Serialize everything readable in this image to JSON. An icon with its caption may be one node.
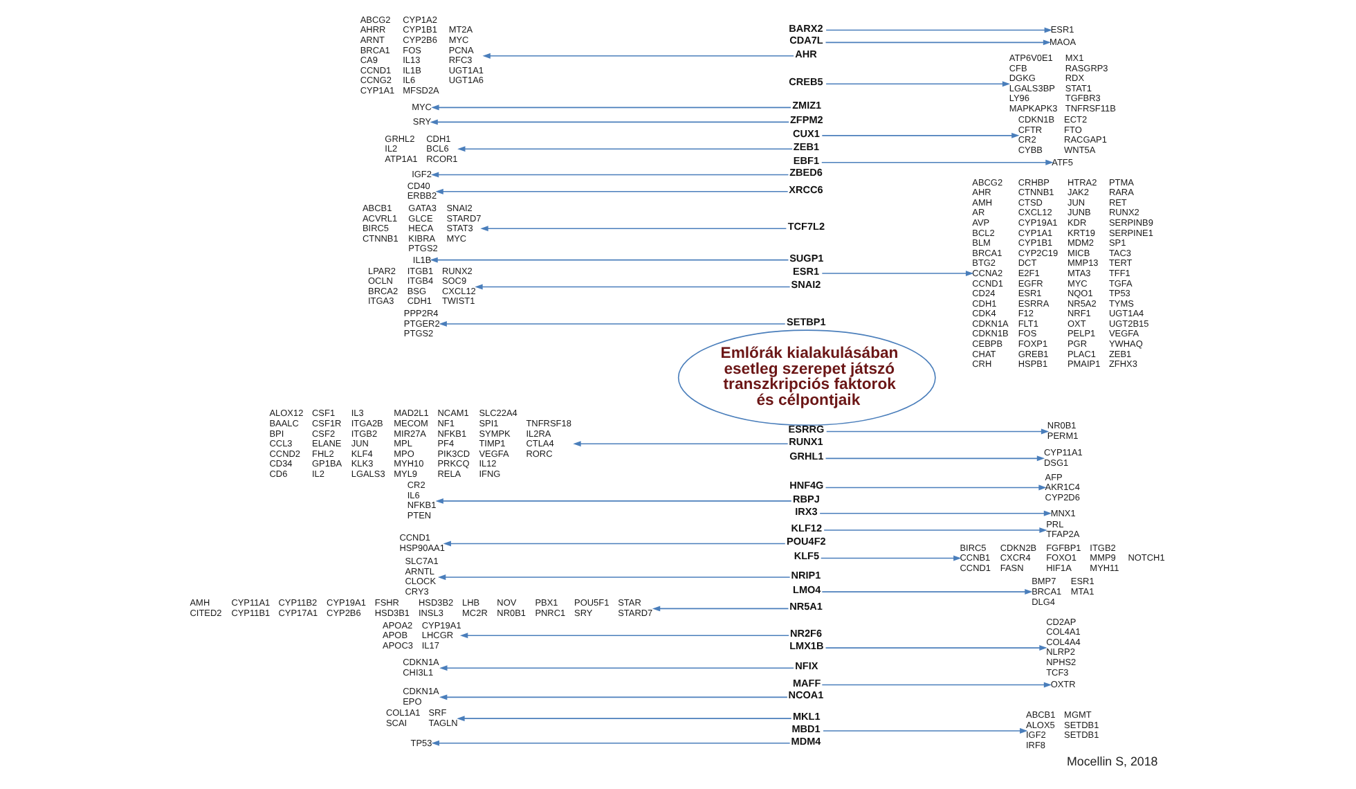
{
  "diagram": {
    "caption": "Mocellin S, 2018",
    "nodes": [
      {
        "text": [
          "Emlőrák kialakulásában esetleg szerepet játszó transzkripciós faktorok és célpontjaik"
        ]
      },
      {
        "text": [
          "ZEB1"
        ]
      },
      {
        "text": [
          "GRHL2",
          "IL2",
          "ATP1A1",
          "CDH1",
          "BCL6",
          "RCOR1"
        ]
      },
      {
        "text": [
          "ZFPM2"
        ]
      },
      {
        "text": [
          "SRY"
        ]
      },
      {
        "text": [
          "ZMIZ1"
        ]
      },
      {
        "text": [
          "MYC"
        ]
      },
      {
        "text": [
          "AHR"
        ]
      },
      {
        "text": [
          "ABCG2",
          "AHRR",
          "ARNT",
          "BRCA1",
          "CA9",
          "CCND1",
          "CCNG2",
          "CYP1A1",
          "CYP1A2",
          "CYP1B1",
          "CYP2B6",
          "FOS",
          "IL13",
          "IL1B",
          "IL6",
          "MFSD2A",
          "MT2A",
          "MYC",
          "PCNA",
          "RFC3",
          "UGT1A1",
          "UGT1A6"
        ]
      },
      {
        "text": [
          "BARX2"
        ]
      },
      {
        "text": [
          "ESR1"
        ]
      },
      {
        "text": [
          "CDA7L"
        ]
      },
      {
        "text": [
          "MAOA"
        ]
      },
      {
        "text": [
          "CREB5"
        ]
      },
      {
        "text": [
          "ATP6V0E1",
          "CFB",
          "DGKG",
          "LGALS3BP",
          "LY96",
          "MAPKAPK3",
          "MX1",
          "RASGRP3",
          "RDX",
          "STAT1",
          "TGFBR3",
          "TNFRSF11B"
        ]
      },
      {
        "text": [
          "CUX1"
        ]
      },
      {
        "text": [
          "CDKN1B",
          "CFTR",
          "CR2",
          "CYBB",
          "ECT2",
          "FTO",
          "RACGAP1",
          "WNT5A"
        ]
      },
      {
        "text": [
          "EBF1"
        ]
      },
      {
        "text": [
          "ATF5"
        ]
      },
      {
        "text": [
          "ESR1"
        ]
      },
      {
        "text": [
          "ABCG2",
          "AHR",
          "AMH",
          "AR",
          "AVP",
          "BCL2",
          "BLM",
          "BRCA1",
          "BTG2",
          "CCNA2",
          "CCND1",
          "CD24",
          "CDH1",
          "CDK4",
          "CDKN1A",
          "CDKN1B",
          "CEBPB",
          "CHAT",
          "CRH",
          "CRHBP",
          "CTNNB1",
          "CTSD",
          "CXCL12",
          "CYP19A1",
          "CYP1A1",
          "CYP1B1",
          "CYP2C19",
          "DCT",
          "E2F1",
          "EGFR",
          "ESR1",
          "ESRRA",
          "F12",
          "FLT1",
          "FOS",
          "FOXP1",
          "GREB1",
          "HSPB1",
          "HTRA2",
          "JAK2",
          "JUN",
          "JUNB",
          "KDR",
          "KRT19",
          "MDM2",
          "MICB",
          "MMP13",
          "MTA3",
          "MYC",
          "NQO1",
          "NR5A2",
          "NRF1",
          "OXT",
          "PELP1",
          "PGR",
          "PLAC1",
          "PMAIP1",
          "PTMA",
          "RARA",
          "RET",
          "RUNX2",
          "SERPINB9",
          "SERPINE1",
          "SP1",
          "TAC3",
          "TERT",
          "TFF1",
          "TGFA",
          "TP53",
          "TYMS",
          "UGT1A4",
          "UGT2B15",
          "VEGFA",
          "YWHAQ",
          "ZEB1",
          "ZFHX3"
        ]
      },
      {
        "text": [
          "ESRRG"
        ]
      },
      {
        "text": [
          "NR0B1",
          "PERM1"
        ]
      },
      {
        "text": [
          "GRHL1"
        ]
      },
      {
        "text": [
          "CYP11A1",
          "DSG1"
        ]
      },
      {
        "text": [
          "HNF4G"
        ]
      },
      {
        "text": [
          "AFP",
          "AKR1C4",
          "CYP2D6"
        ]
      },
      {
        "text": [
          "IRX3"
        ]
      },
      {
        "text": [
          "MNX1"
        ]
      },
      {
        "text": [
          "KLF12"
        ]
      },
      {
        "text": [
          "PRL",
          "TFAP2A"
        ]
      },
      {
        "text": [
          "KLF5"
        ]
      },
      {
        "text": [
          "BIRC5",
          "CCNB1",
          "CCND1",
          "CDKN2B",
          "CXCR4",
          "FASN",
          "FGFBP1",
          "FOXO1",
          "HIF1A",
          "ITGB2",
          "MMP9",
          "MYH11",
          "NOTCH1"
        ]
      },
      {
        "text": [
          "LMO4"
        ]
      },
      {
        "text": [
          "BMP7",
          "BRCA1",
          "DLG4",
          "ESR1",
          "MTA1"
        ]
      },
      {
        "text": [
          "LMX1B"
        ]
      },
      {
        "text": [
          "CD2AP",
          "COL4A1",
          "COL4A4",
          "NLRP2",
          "NPHS2",
          "TCF3"
        ]
      },
      {
        "text": [
          "MAFF"
        ]
      },
      {
        "text": [
          "OXTR"
        ]
      },
      {
        "text": [
          "MBD1"
        ]
      },
      {
        "text": [
          "ABCB1",
          "ALOX5",
          "IGF2",
          "IRF8",
          "MGMT",
          "SETDB1",
          "SETDB1"
        ]
      },
      {
        "text": [
          "MDM4"
        ]
      },
      {
        "text": [
          "TP53"
        ]
      },
      {
        "text": [
          "MKL1"
        ]
      },
      {
        "text": [
          "COL1A1",
          "SCAI",
          "SRF",
          "TAGLN"
        ]
      },
      {
        "text": [
          "NCOA1"
        ]
      },
      {
        "text": [
          "CDKN1A",
          "EPO"
        ]
      },
      {
        "text": [
          "NFIX"
        ]
      },
      {
        "text": [
          "CDKN1A",
          "CHI3L1"
        ]
      },
      {
        "text": [
          "NR2F6"
        ]
      },
      {
        "text": [
          "APOA2",
          "APOB",
          "APOC3",
          "CYP19A1",
          "LHCGR",
          "IL17"
        ]
      },
      {
        "text": [
          "NR5A1"
        ]
      },
      {
        "text": [
          "AMH",
          "CITED2",
          "CYP11A1",
          "CYP11B1",
          "CYP11B2",
          "CYP17A1",
          "CYP19A1",
          "CYP2B6",
          "FSHR",
          "HSD3B1",
          "HSD3B2",
          "INSL3",
          "LHB",
          "MC2R",
          "NOV",
          "NR0B1",
          "PBX1",
          "PNRC1",
          "POU5F1",
          "SRY",
          "STAR",
          "STARD7"
        ]
      },
      {
        "text": [
          "NRIP1"
        ]
      },
      {
        "text": [
          "SLC7A1",
          "ARNTL",
          "CLOCK",
          "CRY3"
        ]
      },
      {
        "text": [
          "POU4F2"
        ]
      },
      {
        "text": [
          "CCND1",
          "HSP90AA1"
        ]
      },
      {
        "text": [
          "RBPJ"
        ]
      },
      {
        "text": [
          "CR2",
          "IL6",
          "NFKB1",
          "PTEN"
        ]
      },
      {
        "text": [
          "RUNX1"
        ]
      },
      {
        "text": [
          "ALOX12",
          "BAALC",
          "BPI",
          "CCL3",
          "CCND2",
          "CD34",
          "CD6",
          "CSF1",
          "CSF1R",
          "CSF2",
          "ELANE",
          "FHL2",
          "GP1BA",
          "IL2",
          "IL3",
          "ITGA2B",
          "ITGB2",
          "JUN",
          "KLF4",
          "KLK3",
          "LGALS3",
          "MAD2L1",
          "MECOM",
          "MIR27A",
          "MPL",
          "MPO",
          "MYH10",
          "MYL9",
          "NCAM1",
          "NF1",
          "NFKB1",
          "PF4",
          "PIK3CD",
          "PRKCQ",
          "RELA",
          "SLC22A4",
          "SPI1",
          "SYMPK",
          "TIMP1",
          "VEGFA",
          "IL12",
          "IFNG",
          "TNFRSF18",
          "IL2RA",
          "CTLA4",
          "RORC"
        ]
      },
      {
        "text": [
          "SETBP1"
        ]
      },
      {
        "text": [
          "PPP2R4",
          "PTGER2",
          "PTGS2"
        ]
      },
      {
        "text": [
          "SNAI2"
        ]
      },
      {
        "text": [
          "LPAR2",
          "OCLN",
          "BRCA2",
          "ITGA3",
          "ITGB1",
          "ITGB4",
          "BSG",
          "CDH1",
          "RUNX2",
          "SOC9",
          "CXCL12",
          "TWIST1"
        ]
      },
      {
        "text": [
          "SUGP1"
        ]
      },
      {
        "text": [
          "IL1B"
        ]
      },
      {
        "text": [
          "TCF7L2"
        ]
      },
      {
        "text": [
          "ABCB1",
          "ACVRL1",
          "BIRC5",
          "CTNNB1",
          "GATA3",
          "GLCE",
          "HECA",
          "KIBRA",
          "PTGS2",
          "SNAI2",
          "STARD7",
          "STAT3",
          "MYC"
        ]
      },
      {
        "text": [
          "XRCC6"
        ]
      },
      {
        "text": [
          "CD40",
          "ERBB2"
        ]
      },
      {
        "text": [
          "ZBED6"
        ]
      },
      {
        "text": [
          "IGF2"
        ]
      }
    ],
    "edges": [
      {
        "from": 1,
        "to": 2,
        "arrow": "to"
      },
      {
        "from": 3,
        "to": 4,
        "arrow": "to"
      },
      {
        "from": 5,
        "to": 6,
        "arrow": "to"
      },
      {
        "from": 7,
        "to": 8,
        "arrow": "to"
      },
      {
        "from": 9,
        "to": 10,
        "arrow": "to"
      },
      {
        "from": 11,
        "to": 12,
        "arrow": "to"
      },
      {
        "from": 13,
        "to": 14,
        "arrow": "to"
      },
      {
        "from": 15,
        "to": 16,
        "arrow": "to"
      },
      {
        "from": 17,
        "to": 18,
        "arrow": "to"
      },
      {
        "from": 19,
        "to": 20,
        "arrow": "to"
      },
      {
        "from": 21,
        "to": 22,
        "arrow": "to"
      },
      {
        "from": 23,
        "to": 24,
        "arrow": "to"
      },
      {
        "from": 25,
        "to": 26,
        "arrow": "to"
      },
      {
        "from": 27,
        "to": 28,
        "arrow": "to"
      },
      {
        "from": 29,
        "to": 30,
        "arrow": "to"
      },
      {
        "from": 31,
        "to": 32,
        "arrow": "to"
      },
      {
        "from": 33,
        "to": 34,
        "arrow": "to"
      },
      {
        "from": 35,
        "to": 36,
        "arrow": "to"
      },
      {
        "from": 37,
        "to": 38,
        "arrow": "to"
      },
      {
        "from": 39,
        "to": 40,
        "arrow": "to"
      },
      {
        "from": 41,
        "to": 42,
        "arrow": "to"
      },
      {
        "from": 43,
        "to": 44,
        "arrow": "to"
      },
      {
        "from": 45,
        "to": 46,
        "arrow": "to"
      },
      {
        "from": 47,
        "to": 48,
        "arrow": "to"
      },
      {
        "from": 49,
        "to": 50,
        "arrow": "to"
      },
      {
        "from": 51,
        "to": 52,
        "arrow": "to"
      },
      {
        "from": 53,
        "to": 54,
        "arrow": "to"
      },
      {
        "from": 55,
        "to": 56,
        "arrow": "to"
      },
      {
        "from": 57,
        "to": 58,
        "arrow": "to"
      },
      {
        "from": 59,
        "to": 60,
        "arrow": "to"
      },
      {
        "from": 61,
        "to": 62,
        "arrow": "to"
      },
      {
        "from": 63,
        "to": 64,
        "arrow": "to"
      },
      {
        "from": 65,
        "to": 66,
        "arrow": "to"
      },
      {
        "from": 67,
        "to": 68,
        "arrow": "to"
      },
      {
        "from": 69,
        "to": 70,
        "arrow": "to"
      },
      {
        "from": 71,
        "to": 72,
        "arrow": "to"
      }
    ]
  }
}
